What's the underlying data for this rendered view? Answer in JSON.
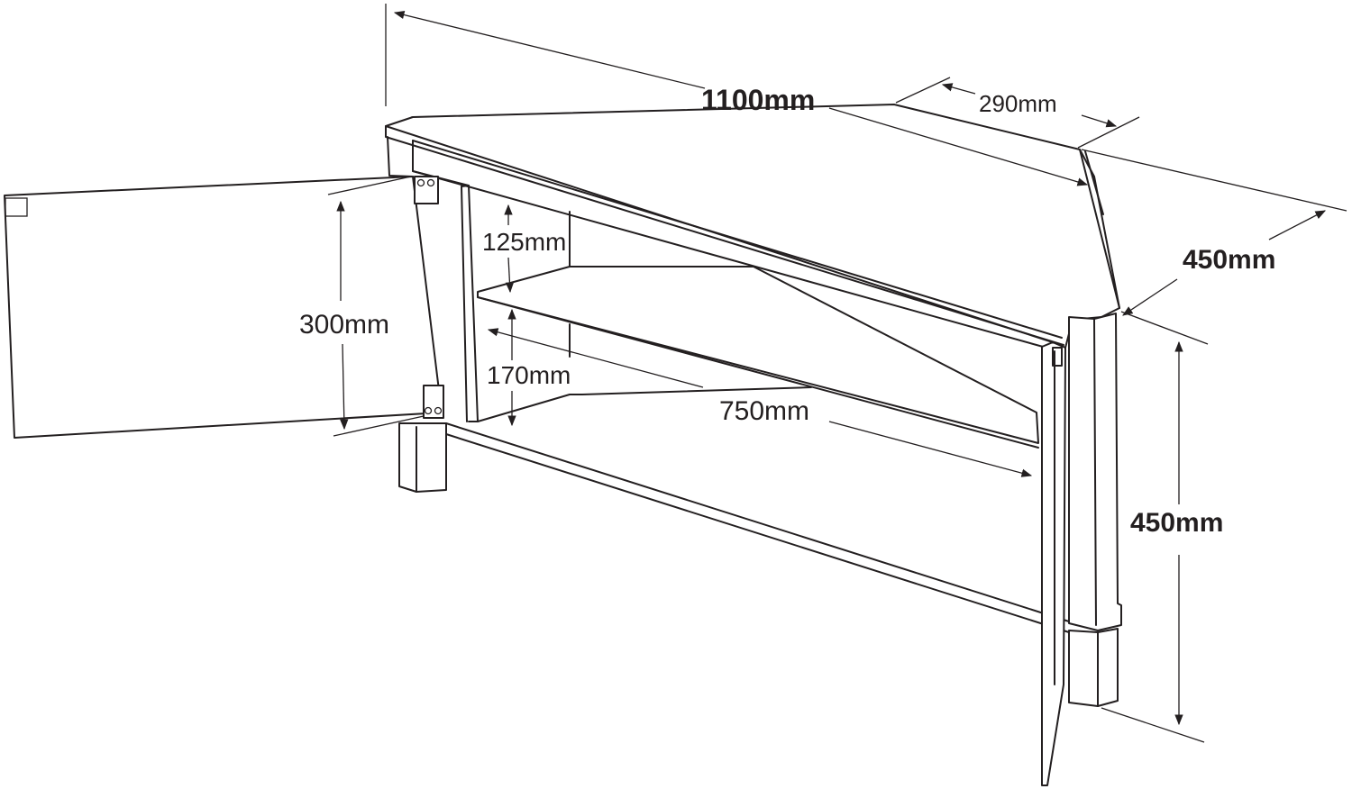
{
  "colors": {
    "line": "#231f20",
    "background": "#ffffff"
  },
  "dimensions": {
    "total_width": "1100mm",
    "side_width": "290mm",
    "depth": "450mm",
    "height": "450mm",
    "door_height": "300mm",
    "upper_gap": "125mm",
    "lower_gap": "170mm",
    "shelf_width": "750mm"
  }
}
